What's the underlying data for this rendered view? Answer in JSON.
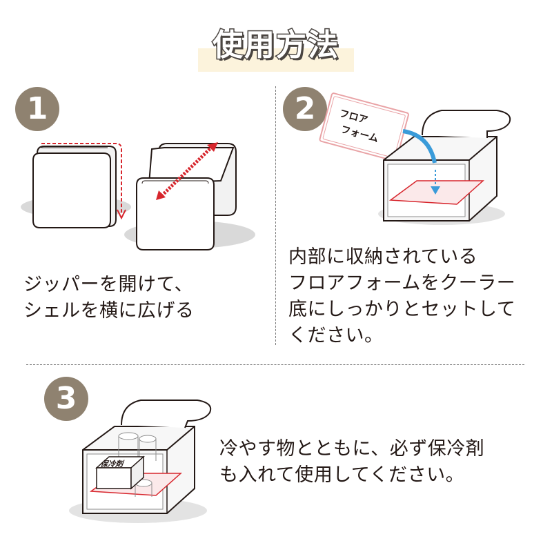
{
  "title": "使用方法",
  "steps": [
    {
      "number": "1",
      "lines": [
        "ジッパーを開けて、",
        "シェルを横に広げる"
      ]
    },
    {
      "number": "2",
      "card_lines": [
        "フロア",
        "フォーム"
      ],
      "lines": [
        "内部に収納されている",
        "フロアフォームをクーラー",
        "底にしっかりとセットして",
        "ください。"
      ]
    },
    {
      "number": "3",
      "box_label": "保冷剤",
      "lines": [
        "冷やす物とともに、必ず保冷剤",
        "も入れて使用してください。"
      ]
    }
  ],
  "colors": {
    "badge": "#8f8270",
    "arrow_red": "#d7262d",
    "arrow_blue": "#3a9bd9",
    "title_band": "#fcf3dc",
    "floor_pink": "#e9a3a6"
  }
}
